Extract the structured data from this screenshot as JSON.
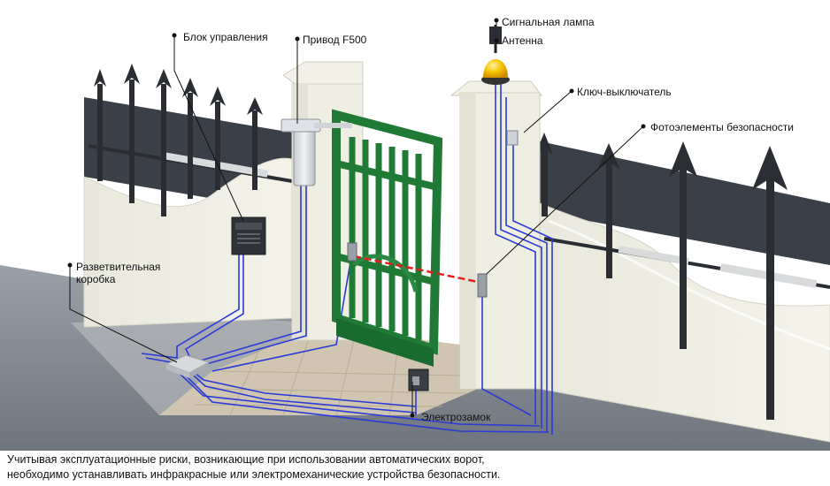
{
  "labels": {
    "control_unit": "Блок управления",
    "drive": "Привод F500",
    "signal_lamp": "Сигнальная лампа",
    "antenna": "Антенна",
    "key_switch": "Ключ-выключатель",
    "photocells": "Фотоэлементы безопасности",
    "junction_box_line1": "Разветвительная",
    "junction_box_line2": "коробка",
    "electric_lock": "Электрозамок"
  },
  "caption": {
    "line1": "Учитывая эксплуатационные  риски, возникающие при использовании автоматических ворот,",
    "line2": "необходимо устанавливать инфракрасные или электромеханические устройства безопасности."
  },
  "colors": {
    "gate": "#1f7a35",
    "wall": "#ecebdf",
    "wire": "#2b3bd6",
    "fence": "#2a2e33",
    "road": "#7d838c",
    "paving": "#cfc5b0",
    "lamp": "#f6b800",
    "beam": "#e02020"
  }
}
